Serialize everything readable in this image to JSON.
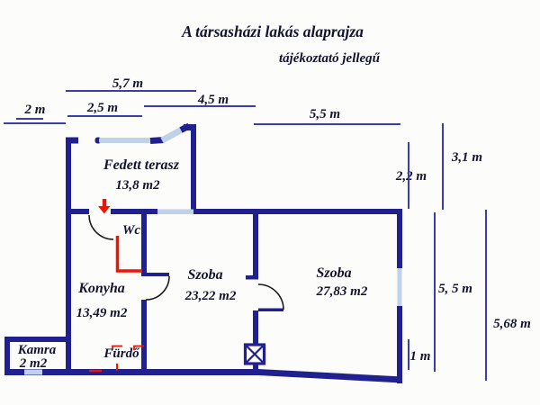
{
  "title": "A társasházi lakás alaprajza",
  "subtitle": "tájékoztató jellegű",
  "dimensions": {
    "top": [
      {
        "label": "5,7 m"
      },
      {
        "label": "4,5 m"
      },
      {
        "label": "2 m"
      },
      {
        "label": "2,5 m"
      },
      {
        "label": "5,5 m"
      }
    ],
    "right": [
      {
        "label": "3,1 m"
      },
      {
        "label": "2,2 m"
      },
      {
        "label": "5, 5 m"
      },
      {
        "label": "5,68 m"
      },
      {
        "label": "1 m"
      }
    ]
  },
  "rooms": [
    {
      "name": "Fedett terasz",
      "area": "13,8 m2"
    },
    {
      "name": "Wc",
      "area": ""
    },
    {
      "name": "Konyha",
      "area": "13,49 m2"
    },
    {
      "name": "Szoba",
      "area": "23,22 m2"
    },
    {
      "name": "Szoba",
      "area": "27,83 m2"
    },
    {
      "name": "Kamra",
      "area": "2 m2"
    },
    {
      "name": "Fürdő",
      "area": ""
    }
  ],
  "symbols": {
    "entrance_arrow": "red-down-arrow",
    "chimney": "crossed-box",
    "wc_partition": "red-l-wall"
  },
  "colors": {
    "wall": "#20208f",
    "window_glass": "#bfd2e8",
    "dimension_line": "#3c3caa",
    "door_arc": "#1b1b1b",
    "text": "#131330",
    "accent_red": "#ee1505",
    "background": "#fcfcfa"
  }
}
